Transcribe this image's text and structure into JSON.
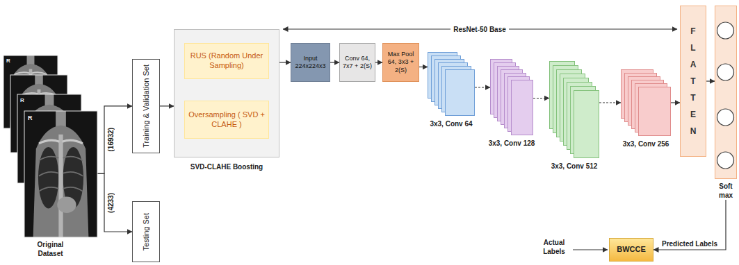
{
  "diagram": {
    "nodes": [
      {
        "text": [
          "Original Dataset"
        ]
      },
      {
        "text": [
          "Training & Validation Set"
        ]
      },
      {
        "text": [
          "Testing Set"
        ]
      },
      {
        "text": [
          "SVD-CLAHE Boosting"
        ]
      },
      {
        "text": [
          "RUS (Random Under Sampling)"
        ],
        "in": 3
      },
      {
        "text": [
          "Oversampling ( SVD + CLAHE )"
        ],
        "in": 3
      },
      {
        "text": [
          "Input 224x224x3"
        ]
      },
      {
        "text": [
          "Conv 64, 7x7 + 2(S)"
        ]
      },
      {
        "text": [
          "Max Pool 64, 3x3 + 2(S)"
        ]
      },
      {
        "text": [
          "3x3, Conv 64"
        ]
      },
      {
        "text": [
          "3x3, Conv 128"
        ]
      },
      {
        "text": [
          "3x3, Conv 512"
        ]
      },
      {
        "text": [
          "3x3, Conv 256"
        ]
      },
      {
        "text": [
          "FLATTEN"
        ]
      },
      {
        "text": [
          "Soft max"
        ]
      },
      {
        "text": [
          "BWCCE"
        ]
      }
    ],
    "edges": [
      {
        "from": 0,
        "to": 1,
        "label": "(16932)",
        "arrow": "to"
      },
      {
        "from": 0,
        "to": 2,
        "label": "(4233)",
        "arrow": "to"
      },
      {
        "from": 1,
        "to": 3,
        "arrow": "to"
      },
      {
        "from": 4,
        "to": 5,
        "arrow": "to"
      },
      {
        "from": 3,
        "to": 6,
        "arrow": "to"
      },
      {
        "from": 6,
        "to": 7,
        "arrow": "to"
      },
      {
        "from": 7,
        "to": 8,
        "arrow": "to"
      },
      {
        "from": 8,
        "to": 9,
        "arrow": "to"
      },
      {
        "from": 9,
        "to": 10,
        "arrow": "to"
      },
      {
        "from": 10,
        "to": 11,
        "arrow": "to"
      },
      {
        "from": 11,
        "to": 12,
        "arrow": "to"
      },
      {
        "from": 12,
        "to": 13,
        "arrow": "to"
      },
      {
        "from": 13,
        "to": 14,
        "arrow": "to"
      },
      {
        "from": 14,
        "to": 15,
        "label": "Predicted Labels",
        "arrow": "to"
      }
    ],
    "labels": [
      "ResNet-50 Base",
      "Actual Labels",
      "R",
      "R",
      "R"
    ]
  }
}
